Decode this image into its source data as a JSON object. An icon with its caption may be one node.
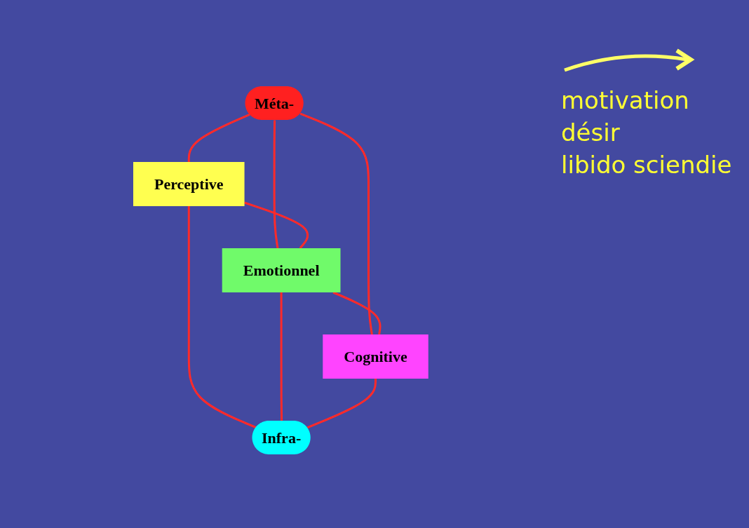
{
  "diagram": {
    "nodes": [
      {
        "text": [
          "Méta-"
        ]
      },
      {
        "text": [
          "Perceptive"
        ]
      },
      {
        "text": [
          "Emotionnel"
        ]
      },
      {
        "text": [
          "Cognitive"
        ]
      },
      {
        "text": [
          "Infra-"
        ]
      }
    ],
    "edges": [
      {
        "from": 0,
        "to": 1,
        "arrow": "none"
      },
      {
        "from": 0,
        "to": 2,
        "arrow": "none"
      },
      {
        "from": 0,
        "to": 3,
        "arrow": "none"
      },
      {
        "from": 1,
        "to": 2,
        "arrow": "none"
      },
      {
        "from": 2,
        "to": 3,
        "arrow": "none"
      },
      {
        "from": 1,
        "to": 4,
        "arrow": "none"
      },
      {
        "from": 2,
        "to": 4,
        "arrow": "none"
      },
      {
        "from": 3,
        "to": 4,
        "arrow": "none"
      }
    ],
    "labels": [
      "motivation",
      "désir",
      "libido sciendie"
    ]
  }
}
